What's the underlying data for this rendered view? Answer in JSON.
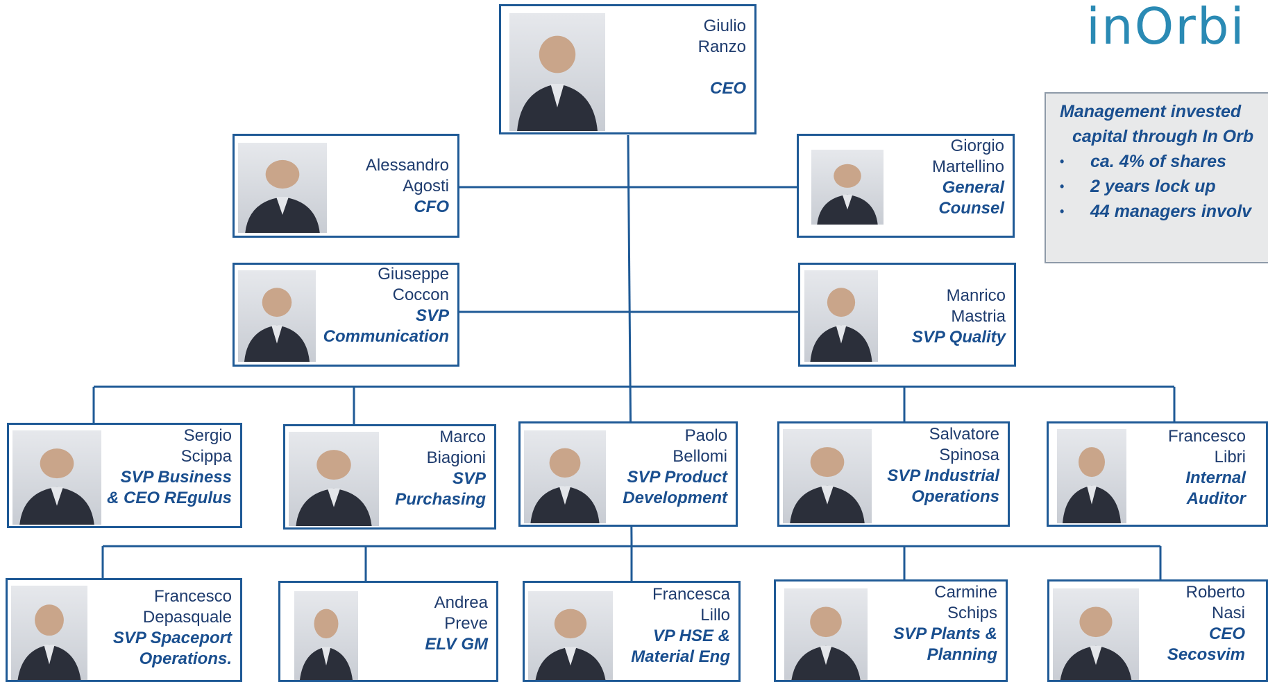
{
  "logo": {
    "text": "inOrbi"
  },
  "info": {
    "heading_line1": "Management invested",
    "heading_line2": "capital through In Orb",
    "bullets": [
      "ca. 4% of shares",
      "2 years lock up",
      "44 managers involv"
    ]
  },
  "people": {
    "ceo": {
      "first": "Giulio",
      "last": "Ranzo",
      "role1": "CEO"
    },
    "cfo": {
      "first": "Alessandro",
      "last": "Agosti",
      "role1": "CFO"
    },
    "general_counsel": {
      "first": "Giorgio",
      "last": "Martellino",
      "role1": "General",
      "role2": "Counsel"
    },
    "communication": {
      "first": "Giuseppe",
      "last": "Coccon",
      "role1": "SVP",
      "role2": "Communication"
    },
    "quality": {
      "first": "Manrico",
      "last": "Mastria",
      "role1": "SVP Quality"
    },
    "business": {
      "first": "Sergio",
      "last": "Scippa",
      "role1": "SVP Business",
      "role2": "& CEO REgulus"
    },
    "purchasing": {
      "first": "Marco",
      "last": "Biagioni",
      "role1": "SVP",
      "role2": "Purchasing"
    },
    "product": {
      "first": "Paolo",
      "last": "Bellomi",
      "role1": "SVP Product",
      "role2": "Development"
    },
    "industrial": {
      "first": "Salvatore",
      "last": "Spinosa",
      "role1": "SVP Industrial",
      "role2": "Operations"
    },
    "auditor": {
      "first": "Francesco",
      "last": "Libri",
      "role1": "Internal",
      "role2": "Auditor"
    },
    "spaceport": {
      "first": "Francesco",
      "last": "Depasquale",
      "role1": "SVP Spaceport",
      "role2": "Operations."
    },
    "elv": {
      "first": "Andrea",
      "last": "Preve",
      "role1": "ELV GM"
    },
    "hse": {
      "first": "Francesca",
      "last": "Lillo",
      "role1": "VP HSE &",
      "role2": "Material Eng"
    },
    "plants": {
      "first": "Carmine",
      "last": "Schips",
      "role1": "SVP Plants &",
      "role2": "Planning"
    },
    "secosvim": {
      "first": "Roberto",
      "last": "Nasi",
      "role1": "CEO",
      "role2": "Secosvim"
    }
  },
  "colors": {
    "border": "#1f5a96",
    "role": "#1a4f8f",
    "logo": "#2a8ab4",
    "info_bg": "#e8e9ea"
  }
}
